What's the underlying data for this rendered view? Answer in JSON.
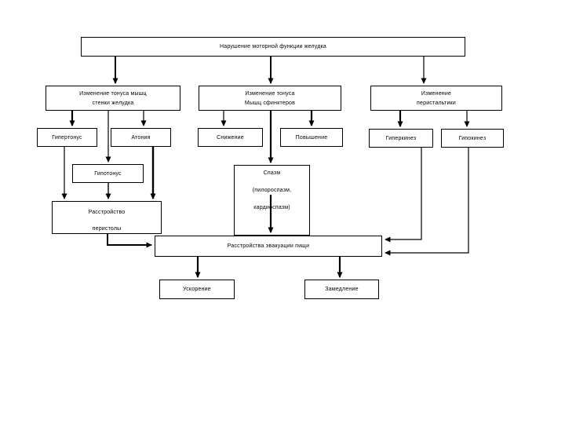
{
  "diagram": {
    "kind": "flowchart",
    "language": "ru",
    "colors": {
      "background": "#ffffff",
      "line": "#000000",
      "box_border": "#000000",
      "box_fill": "#ffffff",
      "text": "#000000"
    },
    "nodes": {
      "gastric_motor_dysfunction": {
        "label": "Нарушение моторной функции желудка"
      },
      "wall_muscle_tone": {
        "line1": "Изменение тонуса мышц",
        "line2": "стенки желудка"
      },
      "sphincter_tone": {
        "line1": "Изменение тонуса",
        "line2": "Мышц сфинктеров"
      },
      "peristalsis_change": {
        "line1": "Изменение",
        "line2": "перистальтики"
      },
      "hypertonus": {
        "label": "Гипертонус"
      },
      "atonia": {
        "label": "Атония"
      },
      "decrease": {
        "label": "Снижение"
      },
      "increase": {
        "label": "Повышение"
      },
      "hyperkinesis": {
        "label": "Гиперкинез"
      },
      "hypokinesis": {
        "label": "Гипокинез"
      },
      "hypotonus": {
        "label": "Гипотонус"
      },
      "spasm": {
        "line1": "Спазм",
        "line2": "(пилороспазм,",
        "line3": "кардиоспазм)"
      },
      "peristole_disorder": {
        "line1": "Расстройство",
        "line2": "перистолы"
      },
      "food_evacuation_disorder": {
        "label": "Расстройства эвакуации пищи"
      },
      "acceleration": {
        "label": "Ускорение"
      },
      "deceleration": {
        "label": "Замедление"
      }
    },
    "edges": [
      "gastric_motor_dysfunction -> wall_muscle_tone",
      "gastric_motor_dysfunction -> sphincter_tone",
      "gastric_motor_dysfunction -> peristalsis_change",
      "wall_muscle_tone -> hypertonus",
      "wall_muscle_tone -> atonia",
      "wall_muscle_tone -> hypotonus",
      "sphincter_tone -> decrease",
      "sphincter_tone -> increase",
      "sphincter_tone -> spasm",
      "peristalsis_change -> hyperkinesis",
      "peristalsis_change -> hypokinesis",
      "hypertonus -> peristole_disorder",
      "hypotonus -> peristole_disorder",
      "atonia -> peristole_disorder",
      "peristole_disorder -> food_evacuation_disorder",
      "spasm -> food_evacuation_disorder",
      "hyperkinesis -> food_evacuation_disorder",
      "hypokinesis -> food_evacuation_disorder",
      "food_evacuation_disorder -> acceleration",
      "food_evacuation_disorder -> deceleration"
    ]
  }
}
